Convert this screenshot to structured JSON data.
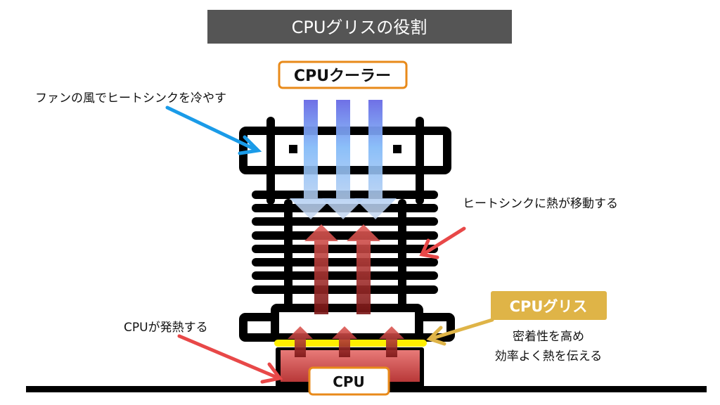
{
  "title": "CPUグリスの役割",
  "cooler_label": "CPUクーラー",
  "fan_note": "ファンの風でヒートシンクを冷やす",
  "heatsink_note": "ヒートシンクに熱が移動する",
  "cpu_note": "CPUが発熱する",
  "grease_label": "CPUグリス",
  "grease_note_line1": "密着性を高め",
  "grease_note_line2": "効率よく熱を伝える",
  "cpu_label": "CPU",
  "colors": {
    "title_bg": "#555555",
    "cooler_border": "#e88a1a",
    "grease_bg": "#dfb447",
    "grease_paste": "#ffee00",
    "air_arrow": "#6f7fe8",
    "heat_arrow": "#c8423f",
    "fan_pointer": "#1a9be8",
    "heat_pointer": "#e84848"
  }
}
